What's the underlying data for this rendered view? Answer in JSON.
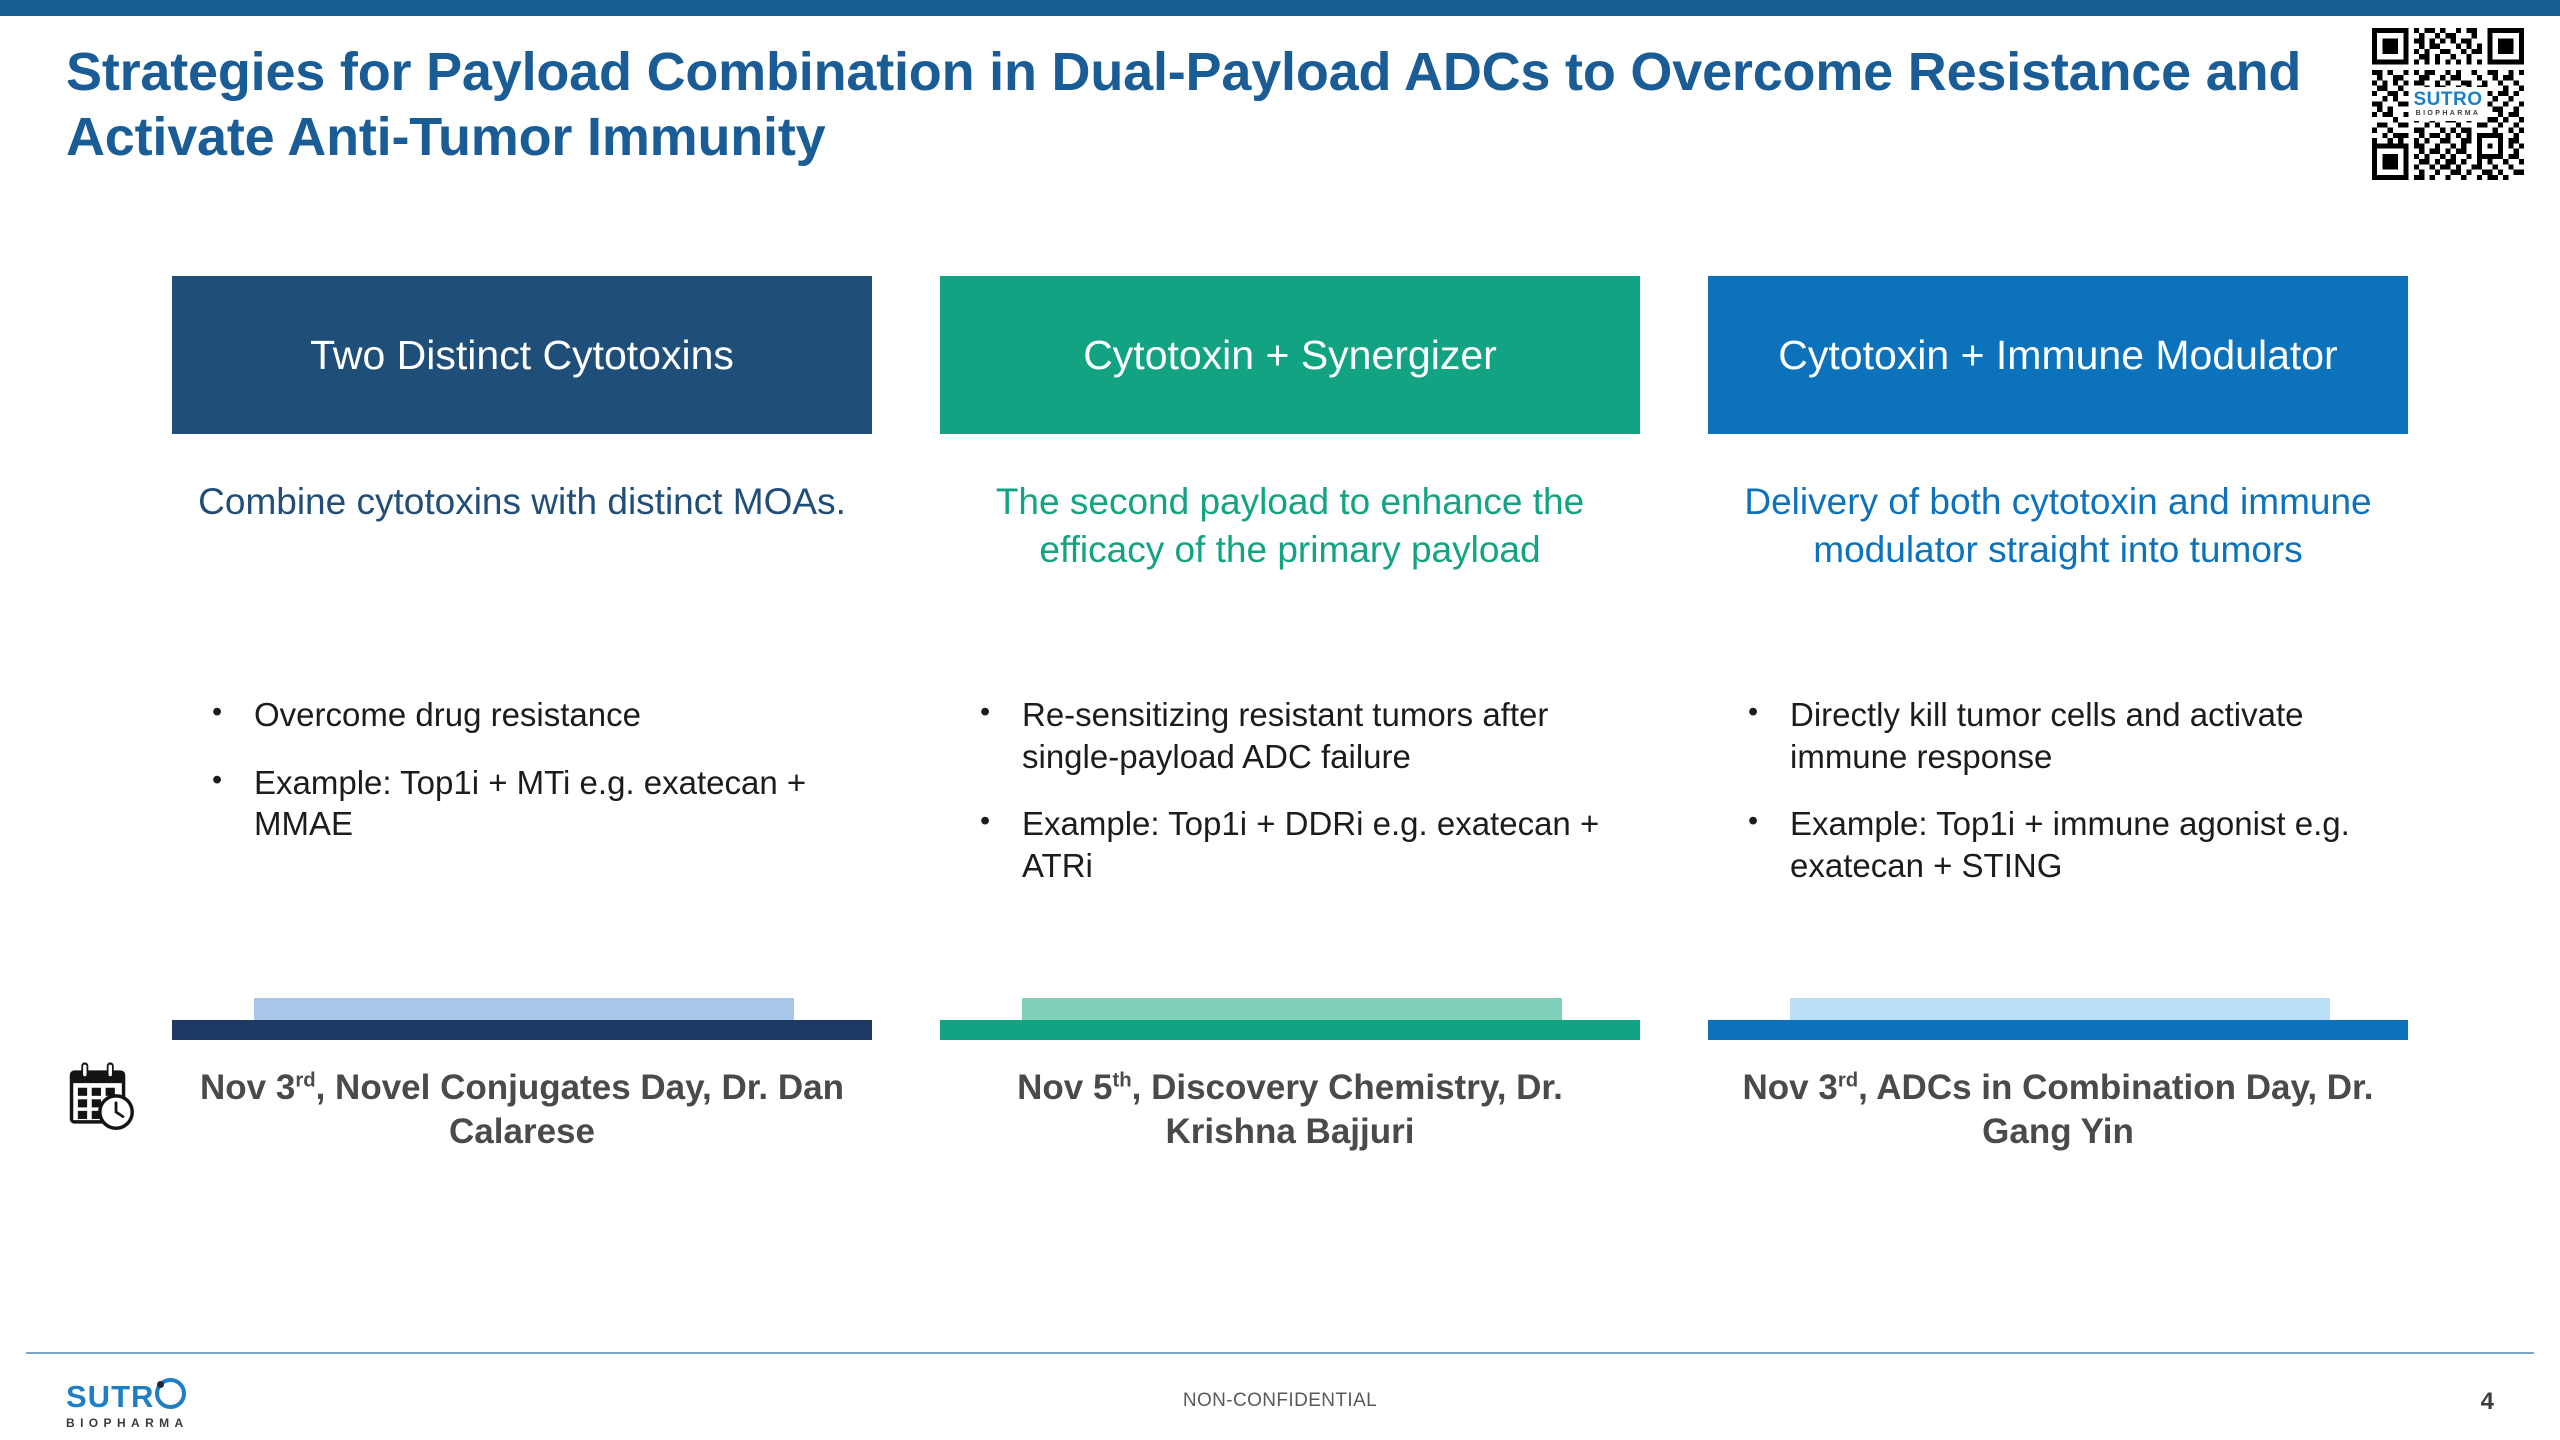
{
  "slide": {
    "title": "Strategies for Payload Combination in Dual-Payload ADCs to Overcome Resistance and Activate Anti-Tumor Immunity",
    "accent_top_color": "#165E93"
  },
  "qr": {
    "logo_primary": "SUTRO",
    "logo_secondary": "BIOPHARMA"
  },
  "columns": [
    {
      "header": "Two Distinct Cytotoxins",
      "header_color": "#1F4E79",
      "description": "Combine cytotoxins with distinct MOAs.",
      "description_color": "#1F4E79",
      "bullets": [
        "Overcome drug resistance",
        "Example: Top1i + MTi e.g. exatecan + MMAE"
      ],
      "bar_light_color": "#A8C6E8",
      "bar_dark_color": "#1C3A63",
      "date_prefix": "Nov 3",
      "date_ordinal": "rd",
      "date_suffix": ", Novel Conjugates Day, Dr. Dan Calarese",
      "has_calendar_icon": true
    },
    {
      "header": "Cytotoxin + Synergizer",
      "header_color": "#12A383",
      "description": "The second payload to enhance the efficacy of the primary payload",
      "description_color": "#12A383",
      "bullets": [
        "Re-sensitizing resistant tumors after single-payload ADC failure",
        "Example: Top1i + DDRi e.g. exatecan + ATRi"
      ],
      "bar_light_color": "#7FD1BC",
      "bar_dark_color": "#12A383",
      "date_prefix": "Nov 5",
      "date_ordinal": "th",
      "date_suffix": ", Discovery Chemistry, Dr. Krishna Bajjuri",
      "has_calendar_icon": false
    },
    {
      "header": "Cytotoxin + Immune Modulator",
      "header_color": "#0C72BC",
      "description": "Delivery of both cytotoxin and immune modulator straight into tumors",
      "description_color": "#0C72BC",
      "bullets": [
        "Directly kill tumor cells and activate immune response",
        "Example: Top1i + immune agonist e.g. exatecan + STING"
      ],
      "bar_light_color": "#BCDFF8",
      "bar_dark_color": "#0C72BC",
      "date_prefix": "Nov 3",
      "date_ordinal": "rd",
      "date_suffix": ", ADCs in Combination Day, Dr. Gang Yin",
      "has_calendar_icon": false
    }
  ],
  "footer": {
    "logo_primary": "SUTR",
    "logo_secondary": "BIOPHARMA",
    "center_text": "NON-CONFIDENTIAL",
    "page_number": "4",
    "rule_color": "#7BA7C9"
  },
  "bullet_glyph": "•"
}
